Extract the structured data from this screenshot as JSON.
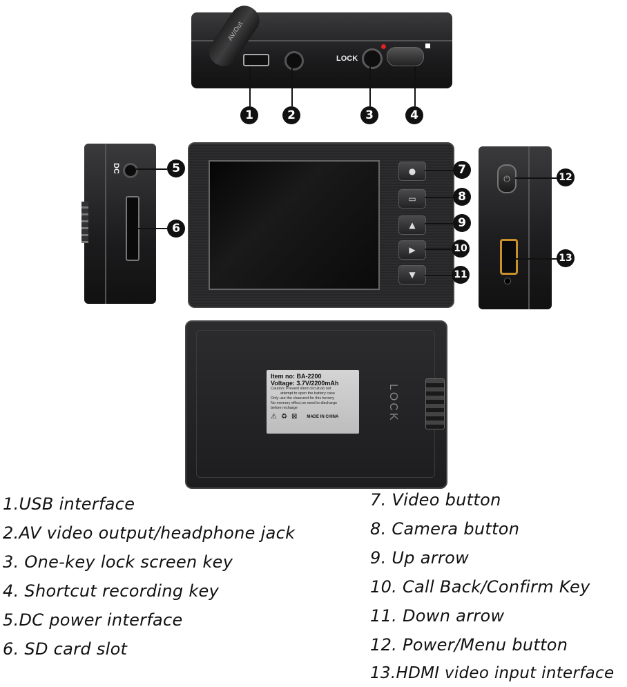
{
  "device": {
    "lock_label": "LOCK",
    "dc_label": "DC",
    "flap_text": "AV/Out",
    "back_lock_label": "LOCK",
    "battery_label": {
      "item": "Item no: BA-2200",
      "voltage": "Voltage: 3.7V/2200mAh",
      "caution1": "Caution: Prevent short circuit,do not",
      "caution2": "attempt to open the battery case",
      "caution3": "Only use the chaerzed for this berrery",
      "caution4": "No memory effect,no need to discharge",
      "caution5": "before recharge",
      "made": "MADE IN CHINA"
    }
  },
  "callouts": [
    "1",
    "2",
    "3",
    "4",
    "5",
    "6",
    "7",
    "8",
    "9",
    "10",
    "11",
    "12",
    "13"
  ],
  "legend_left": [
    "1.USB interface",
    "2.AV video output/headphone jack",
    "3. One-key lock screen key",
    "4. Shortcut recording key",
    "5.DC power interface",
    "6. SD card slot"
  ],
  "legend_right": [
    "7. Video button",
    "8. Camera button",
    "9. Up arrow",
    "10. Call Back/Confirm Key",
    "11. Down arrow",
    "12. Power/Menu button",
    "13.HDMI video input interface"
  ],
  "icons": [
    "video-icon",
    "camera-icon",
    "up-arrow-icon",
    "play-confirm-icon",
    "down-arrow-icon",
    "power-icon",
    "recycle-icon",
    "warning-icon",
    "no-trash-icon"
  ]
}
